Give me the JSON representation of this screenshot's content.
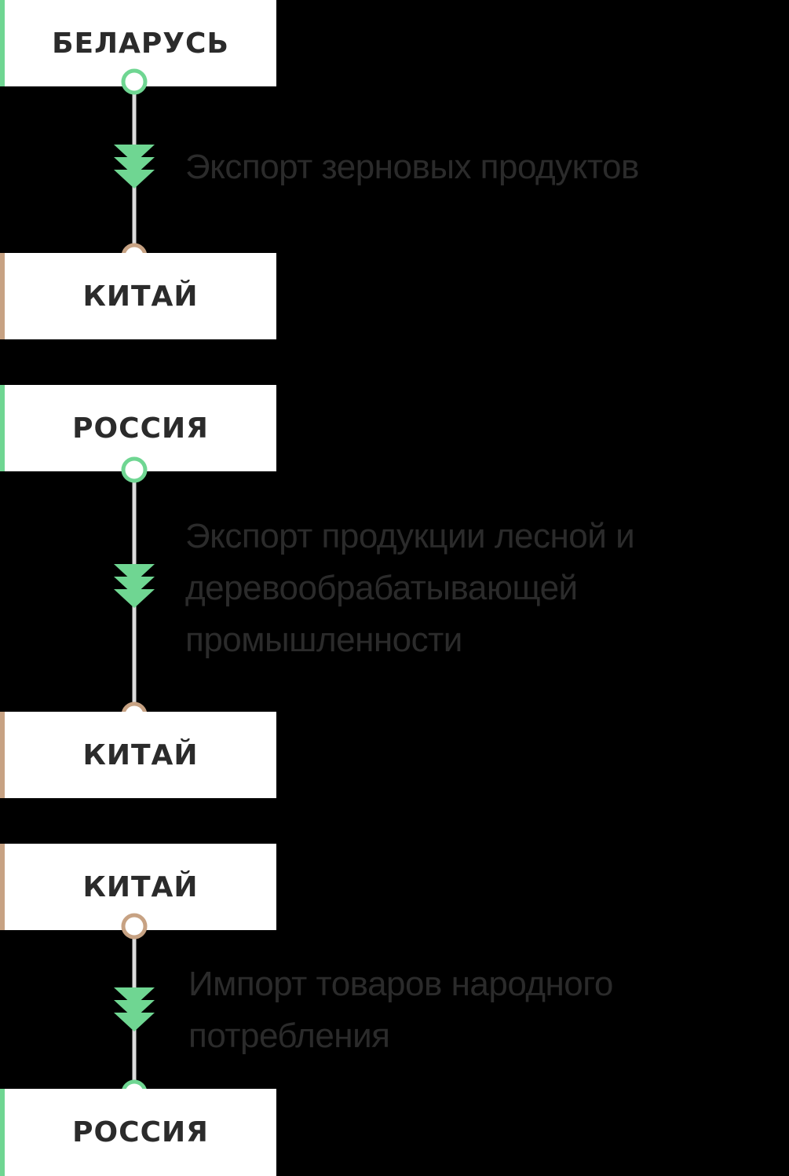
{
  "flows": [
    {
      "from": {
        "label": "БЕЛАРУСЬ",
        "color": "#6fd692"
      },
      "to": {
        "label": "КИТАЙ",
        "color": "#c7a283"
      },
      "description": "Экспорт зерновых продуктов"
    },
    {
      "from": {
        "label": "РОССИЯ",
        "color": "#6fd692"
      },
      "to": {
        "label": "КИТАЙ",
        "color": "#c7a283"
      },
      "description": "Экспорт продукции лесной и деревообрабатывающей промышленности"
    },
    {
      "from": {
        "label": "КИТАЙ",
        "color": "#c7a283"
      },
      "to": {
        "label": "РОССИЯ",
        "color": "#6fd692"
      },
      "description": "Импорт товаров народного потребления"
    }
  ],
  "colors": {
    "background": "#000000",
    "box": "#ffffff",
    "line": "#dcdcdc",
    "arrow": "#6fd692",
    "text": "#2b2b2b"
  }
}
